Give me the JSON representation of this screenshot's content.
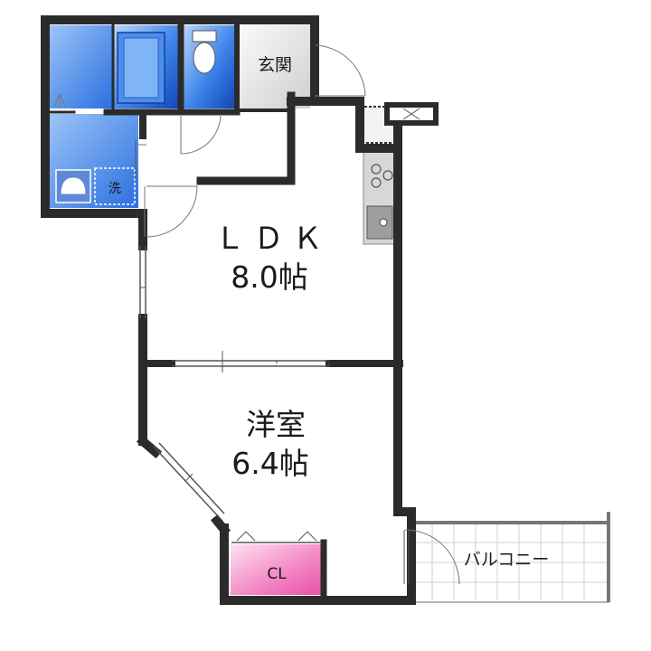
{
  "rooms": {
    "ldk": {
      "name": "ＬＤＫ",
      "size": "8.0帖"
    },
    "western": {
      "name": "洋室",
      "size": "6.4帖"
    },
    "entrance": {
      "name": "玄関"
    },
    "closet": {
      "name": "CL"
    },
    "balcony": {
      "name": "バルコニー"
    },
    "washer": {
      "name": "洗"
    }
  },
  "colors": {
    "wall": "#2b2b2b",
    "bath_fill": "#1f5fd6",
    "bath_light": "#7fb2f0",
    "entrance_fill": "#e6e6e6",
    "closet_fill": "#f06ab4",
    "kitchen_fill": "#d6d6d6"
  },
  "icons": {
    "bathtub": "bathtub-icon",
    "toilet": "toilet-icon",
    "sink": "washbasin-icon",
    "stove": "stove-icon",
    "kitchen_sink": "kitchen-sink-icon"
  }
}
